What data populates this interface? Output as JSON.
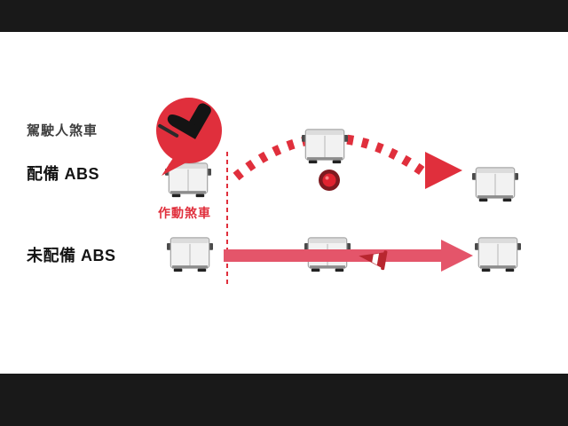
{
  "labels": {
    "driver_brake": "駕駛人煞車",
    "with_abs": "配備 ABS",
    "brake_action": "作動煞車",
    "without_abs": "未配備 ABS"
  },
  "icons": {
    "brake_pedal": "foot-pressing-brake-pedal",
    "truck": "truck-rear-view",
    "obstacle": "red-obstacle-dot",
    "cone": "knocked-over-traffic-cone",
    "swerve_path": "dashed-curved-arrow",
    "straight_path": "solid-straight-arrow",
    "brake_point": "vertical-dashed-brake-line"
  },
  "colors": {
    "accent_red": "#e02f3c",
    "arrow_pink": "#e4556a",
    "obstacle_ring_dark_red": "#7e1a20",
    "obstacle_center_red": "#e02330",
    "cone_red": "#b8262f",
    "letterbox_black": "#191919",
    "text_dark": "#141414",
    "text_gray": "#3f3f3f",
    "truck_body": "#f2f2f2"
  }
}
